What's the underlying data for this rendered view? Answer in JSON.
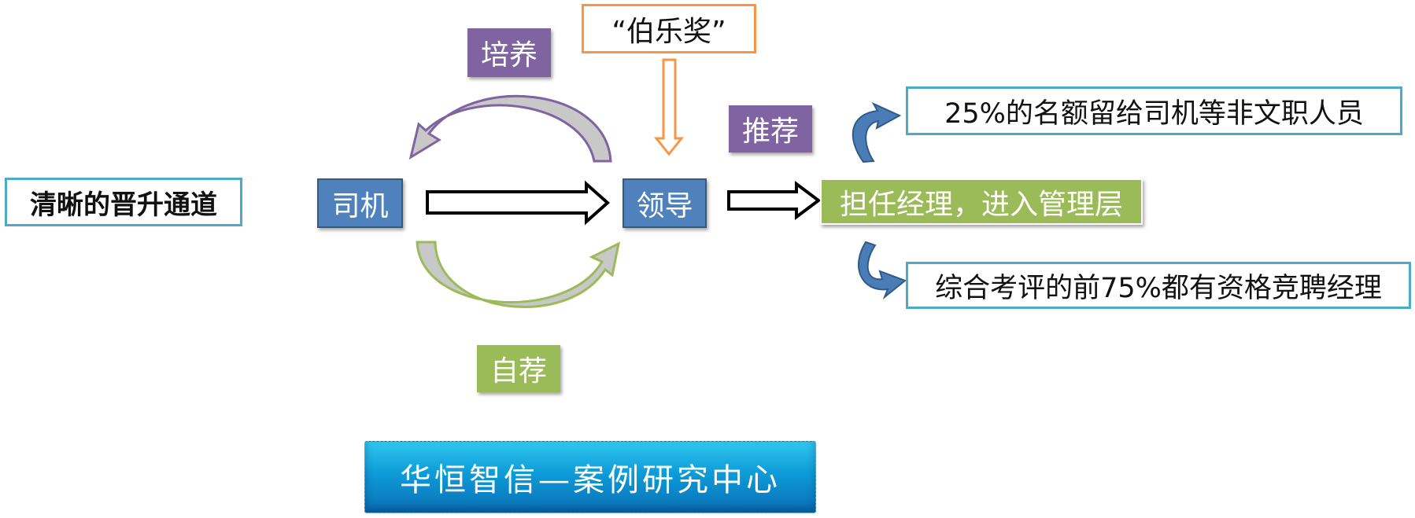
{
  "left_label": "清晰的晋升通道",
  "nodes": {
    "driver": "司机",
    "leader": "领导",
    "manager": "担任经理，进入管理层"
  },
  "tags": {
    "train": "培养",
    "self_recommend": "自荐",
    "recommend": "推荐",
    "award": "“伯乐奖”"
  },
  "notes": {
    "quota": "25%的名额留给司机等非文职人员",
    "evaluation": "综合考评的前75%都有资格竞聘经理"
  },
  "footer": "华恒智信—案例研究中心",
  "colors": {
    "teal_border": "#4aacc6",
    "blue_node": "#4f81bd",
    "purple_tag": "#8064a2",
    "green_tag": "#9bbb59",
    "orange_border": "#f79646"
  }
}
